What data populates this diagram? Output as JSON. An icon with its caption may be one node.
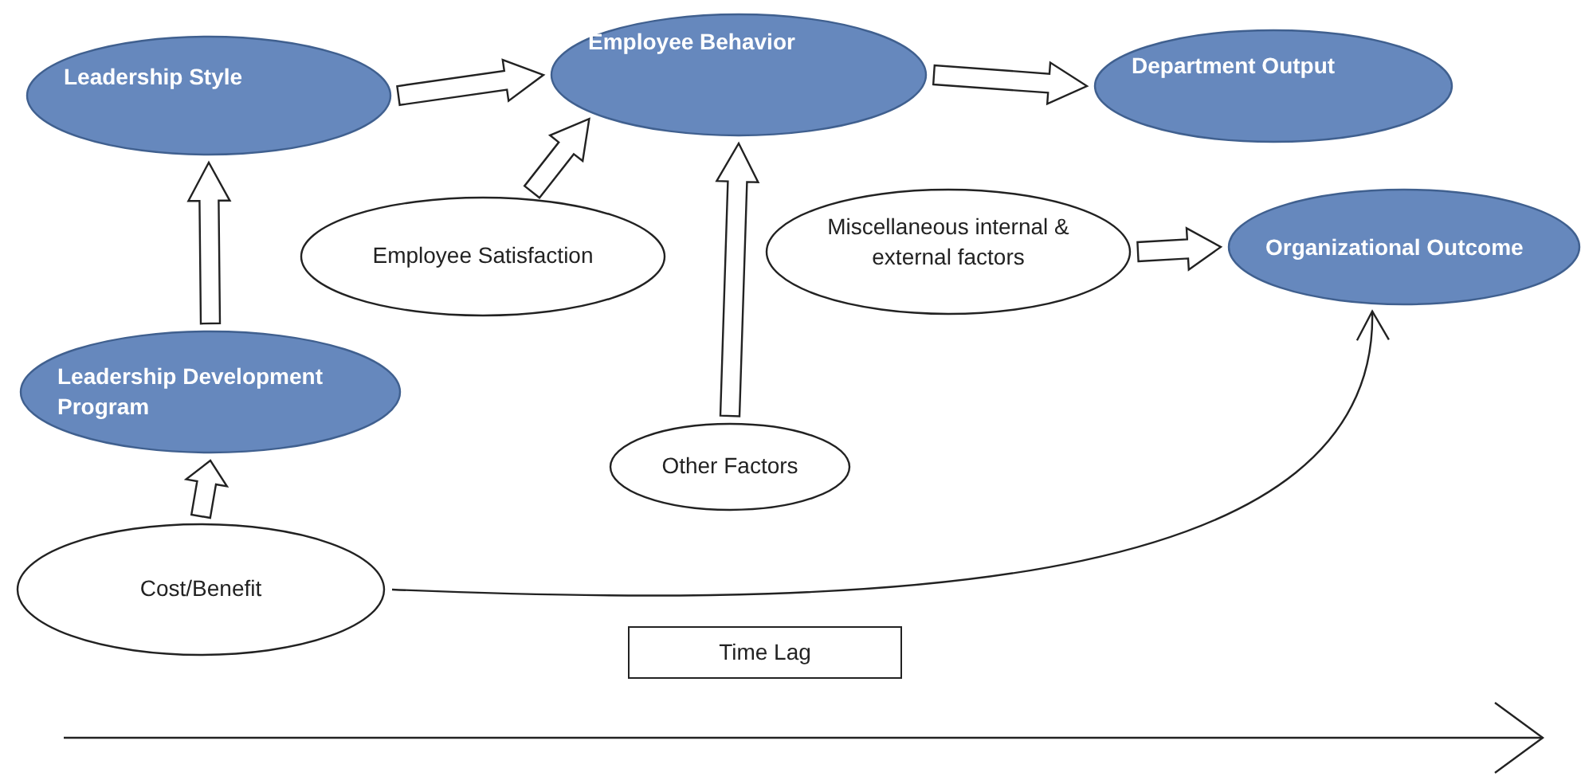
{
  "diagram": {
    "nodes": [
      {
        "text": [
          "Leadership Style"
        ]
      },
      {
        "text": [
          "Employee Behavior"
        ]
      },
      {
        "text": [
          "Department Output"
        ]
      },
      {
        "text": [
          "Employee Satisfaction"
        ]
      },
      {
        "text": [
          "Miscellaneous internal & external factors"
        ]
      },
      {
        "text": [
          "Organizational Outcome"
        ]
      },
      {
        "text": [
          "Leadership Development Program"
        ]
      },
      {
        "text": [
          "Other Factors"
        ]
      },
      {
        "text": [
          "Cost/Benefit"
        ]
      },
      {
        "text": [
          "Time Lag"
        ]
      }
    ],
    "edges": [
      {
        "from": 0,
        "to": 1,
        "arrow": "to",
        "style": "thick"
      },
      {
        "from": 3,
        "to": 1,
        "arrow": "to",
        "style": "thick"
      },
      {
        "from": 1,
        "to": 2,
        "arrow": "to",
        "style": "thick"
      },
      {
        "from": 6,
        "to": 0,
        "arrow": "to",
        "style": "thick"
      },
      {
        "from": 8,
        "to": 6,
        "arrow": "to",
        "style": "thick"
      },
      {
        "from": 7,
        "to": 1,
        "arrow": "to",
        "style": "thick"
      },
      {
        "from": 4,
        "to": 5,
        "arrow": "to",
        "style": "thick"
      },
      {
        "from": 8,
        "to": 5,
        "arrow": "to"
      }
    ]
  }
}
